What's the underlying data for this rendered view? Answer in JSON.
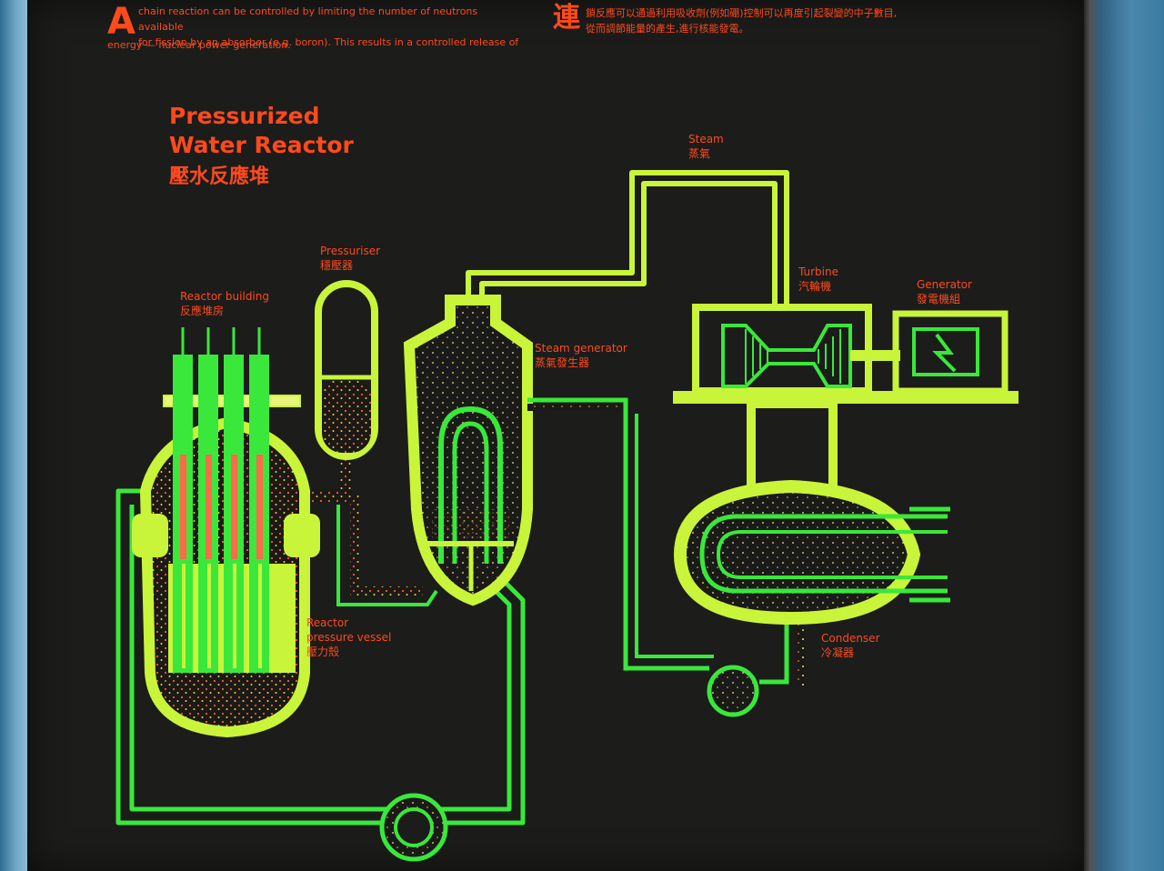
{
  "intro": {
    "first_letter": "A",
    "line1": "chain reaction can be controlled by limiting the number of neutrons available",
    "line2": "for fission by an absorber (e.g. boron). This results in a controlled release of",
    "line3": "energy — nuclear power generation.",
    "cn_first_char": "連",
    "cn_line1": "鎖反應可以通過利用吸收劑(例如硼)控制可以再度引起裂變的中子數目,",
    "cn_line2": "從而調節能量的產生,進行核能發電。"
  },
  "title": {
    "line1": "Pressurized",
    "line2": "Water Reactor",
    "cn": "壓水反應堆"
  },
  "labels": {
    "reactor_building": {
      "en": "Reactor building",
      "cn": "反應堆房"
    },
    "pressuriser": {
      "en": "Pressuriser",
      "cn": "穩壓器"
    },
    "steam_generator": {
      "en": "Steam generator",
      "cn": "蒸氣發生器"
    },
    "steam": {
      "en": "Steam",
      "cn": "蒸氣"
    },
    "turbine": {
      "en": "Turbine",
      "cn": "汽輪機"
    },
    "generator": {
      "en": "Generator",
      "cn": "發電機組"
    },
    "reactor_vessel": {
      "en1": "Reactor",
      "en2": "pressure vessel",
      "cn": "壓力殼"
    },
    "condenser": {
      "en": "Condenser",
      "cn": "冷凝器"
    }
  },
  "colors": {
    "board": "#1c1c1b",
    "text": "#ff4a1c",
    "pipe_green": "#39e83a",
    "shell_yellow": "#c8f53a",
    "hot_dot": "#ff5a2a"
  }
}
